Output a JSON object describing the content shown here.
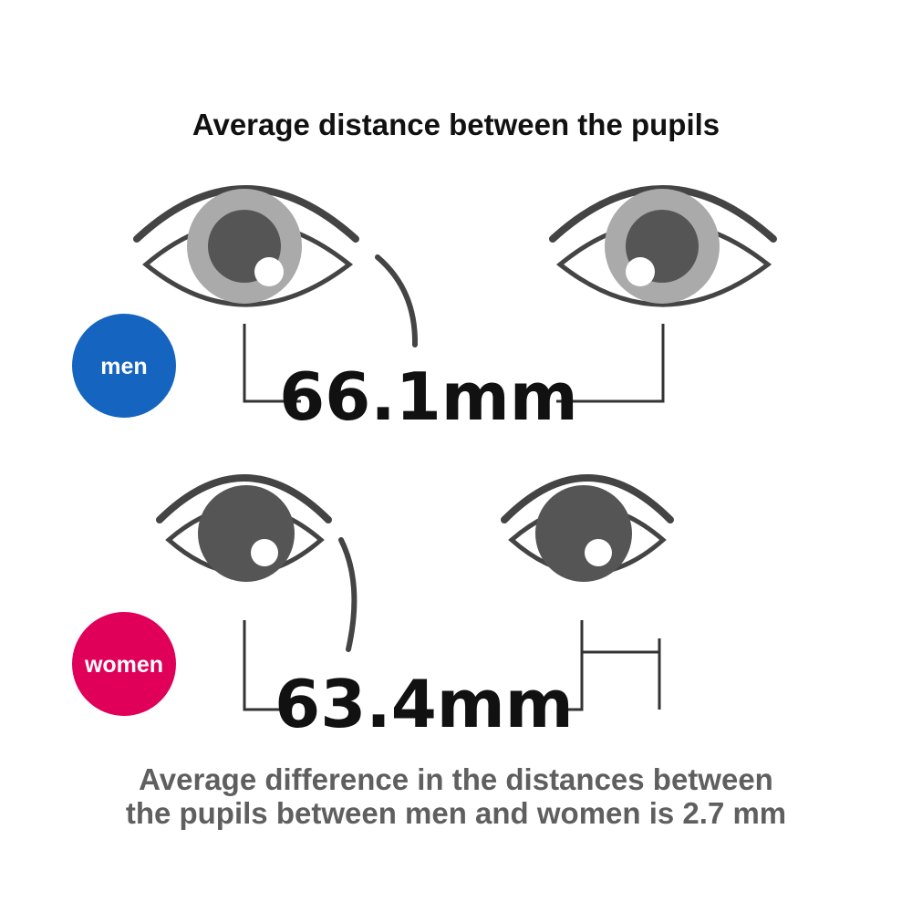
{
  "title": "Average distance between the pupils",
  "men": {
    "badge_label": "men",
    "distance_label": "66.1mm"
  },
  "women": {
    "badge_label": "women",
    "distance_label": "63.4mm"
  },
  "footer": {
    "line1": "Average difference in the distances between",
    "line2": "the pupils between men and women is 2.7 mm"
  },
  "colors": {
    "men_badge": "#1565c0",
    "women_badge": "#e0005a",
    "outline": "#444444",
    "iris_light": "#aaaaaa",
    "pupil": "#555555",
    "text_dark": "#111111",
    "text_gray": "#5f5f5f"
  }
}
